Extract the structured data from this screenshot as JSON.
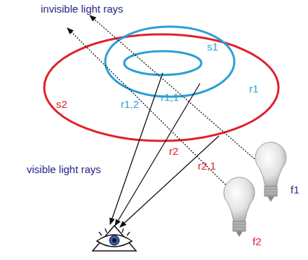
{
  "diagram": {
    "labels": [
      "invisible light rays",
      "s1",
      "s2",
      "r1,2",
      "r1,1",
      "r1",
      "visible light rays",
      "r2",
      "r2,1",
      "f1",
      "f2"
    ]
  }
}
